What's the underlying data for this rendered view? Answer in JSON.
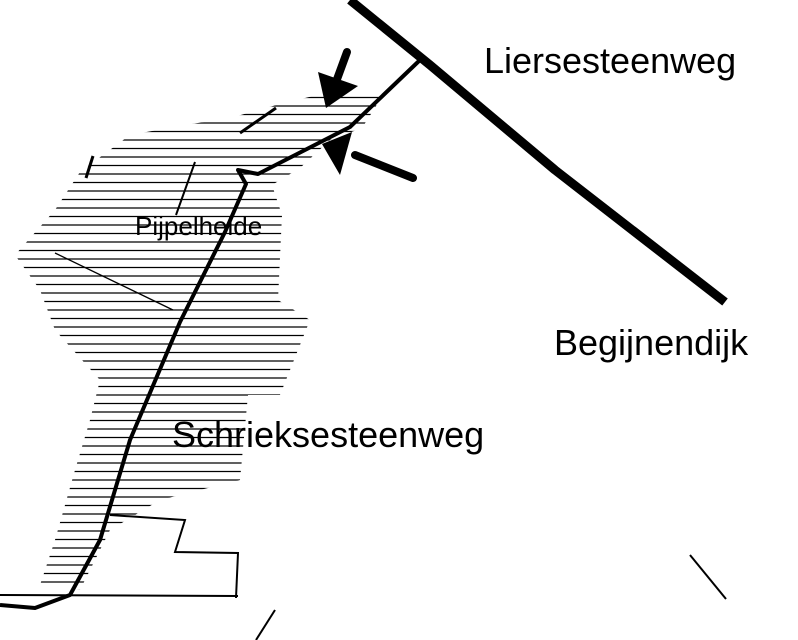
{
  "labels": {
    "liersesteenweg": "Liersesteenweg",
    "begijnendijk": "Begijnendijk",
    "schrieksesteenweg": "Schrieksesteenweg",
    "pijpelheide": "Pijpelheide"
  },
  "colors": {
    "ink": "#000000",
    "background": "#ffffff"
  }
}
